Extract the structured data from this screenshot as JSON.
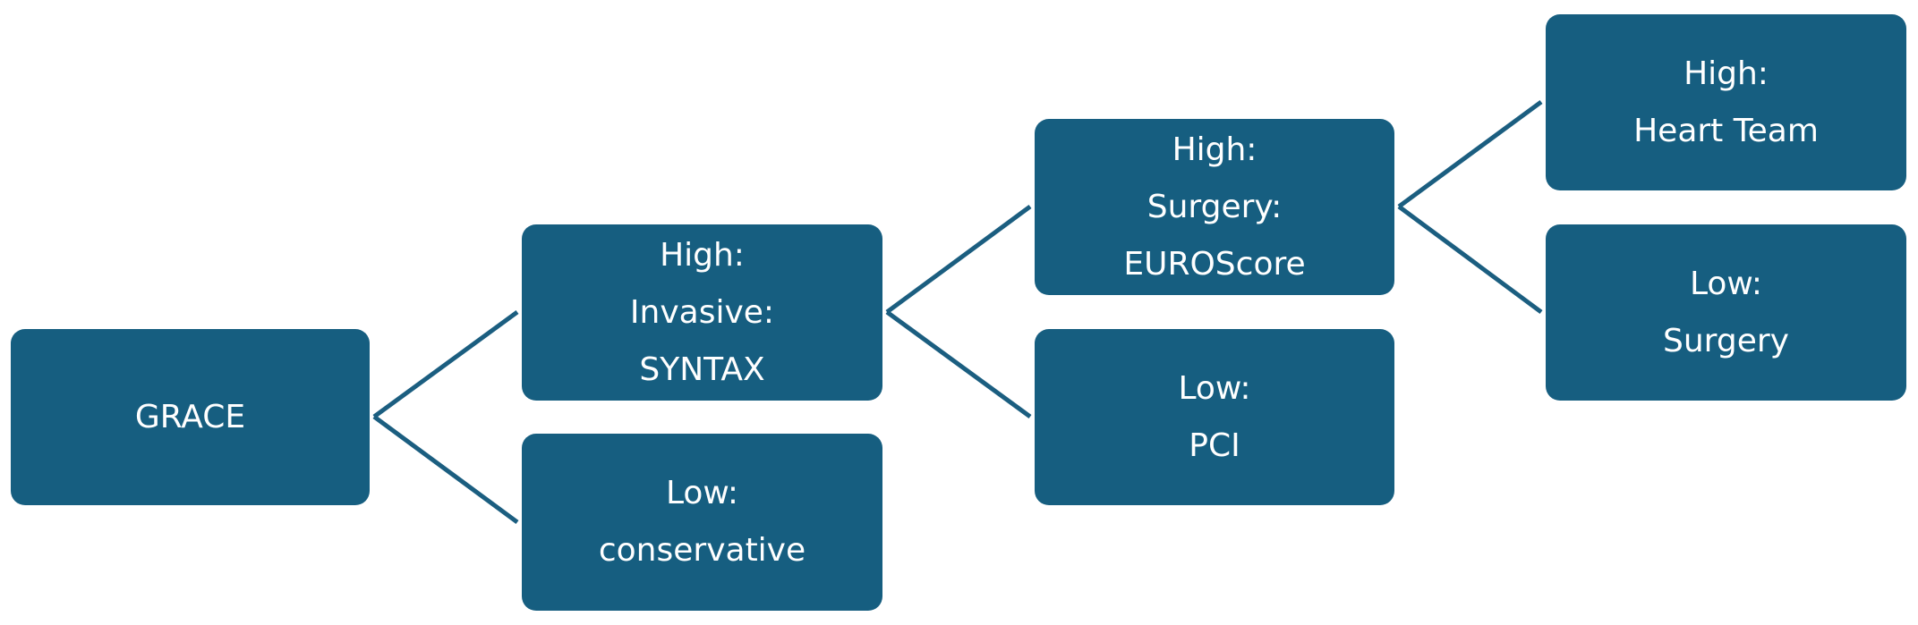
{
  "diagram": {
    "colors": {
      "node_fill": "#165e80",
      "node_text": "#ffffff",
      "connector": "#1b5e80",
      "background": "#ffffff"
    },
    "nodes": {
      "grace": {
        "lines": [
          "GRACE"
        ]
      },
      "high_invasive": {
        "lines": [
          "High:",
          "Invasive:",
          "SYNTAX"
        ]
      },
      "low_conservative": {
        "lines": [
          "Low:",
          "conservative"
        ]
      },
      "high_surgery": {
        "lines": [
          "High:",
          "Surgery:",
          "EUROScore"
        ]
      },
      "low_pci": {
        "lines": [
          "Low:",
          "PCI"
        ]
      },
      "high_heart_team": {
        "lines": [
          "High:",
          "Heart Team"
        ]
      },
      "low_surgery": {
        "lines": [
          "Low:",
          "Surgery"
        ]
      }
    },
    "edges": [
      {
        "from": "grace",
        "to": "high_invasive"
      },
      {
        "from": "grace",
        "to": "low_conservative"
      },
      {
        "from": "high_invasive",
        "to": "high_surgery"
      },
      {
        "from": "high_invasive",
        "to": "low_pci"
      },
      {
        "from": "high_surgery",
        "to": "high_heart_team"
      },
      {
        "from": "high_surgery",
        "to": "low_surgery"
      }
    ]
  }
}
